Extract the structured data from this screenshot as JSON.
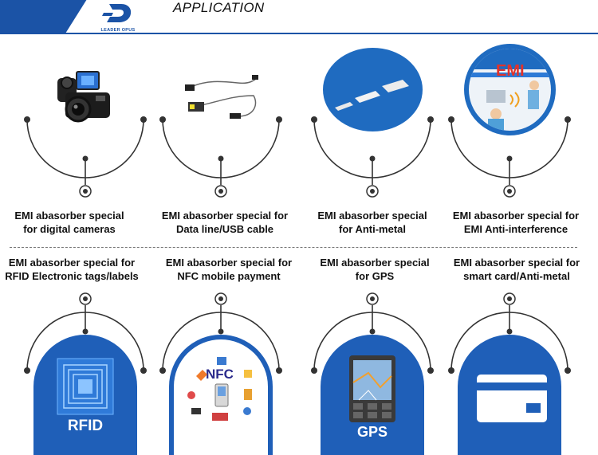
{
  "header": {
    "logo_text": "LEADER OPUS",
    "title": "APPLICATION"
  },
  "row1": [
    {
      "line1": "EMI abasorber special",
      "line2": "for digital cameras",
      "image": "camera-icon"
    },
    {
      "line1": "EMI abasorber special for",
      "line2": "Data line/USB cable",
      "image": "usb-cable-icon"
    },
    {
      "line1": "EMI abasorber special",
      "line2": "for Anti-metal",
      "image": "absorber-sheets-icon"
    },
    {
      "line1": "EMI abasorber special for",
      "line2": "EMI Anti-interference",
      "image": "emi-interference-icon",
      "badge": "EMI"
    }
  ],
  "row2": [
    {
      "line1": "EMI abasorber special for",
      "line2": "RFID Electronic tags/labels",
      "image": "rfid-tag-icon",
      "badge": "RFID"
    },
    {
      "line1": "EMI abasorber special for",
      "line2": "NFC mobile payment",
      "image": "nfc-payment-icon",
      "badge": "NFC"
    },
    {
      "line1": "EMI abasorber special",
      "line2": "for GPS",
      "image": "gps-device-icon",
      "badge": "GPS"
    },
    {
      "line1": "EMI abasorber special for",
      "line2": "smart card/Anti-metal",
      "image": "smart-card-icon"
    }
  ],
  "colors": {
    "brand": "#1b53a6",
    "node": "#333333"
  }
}
